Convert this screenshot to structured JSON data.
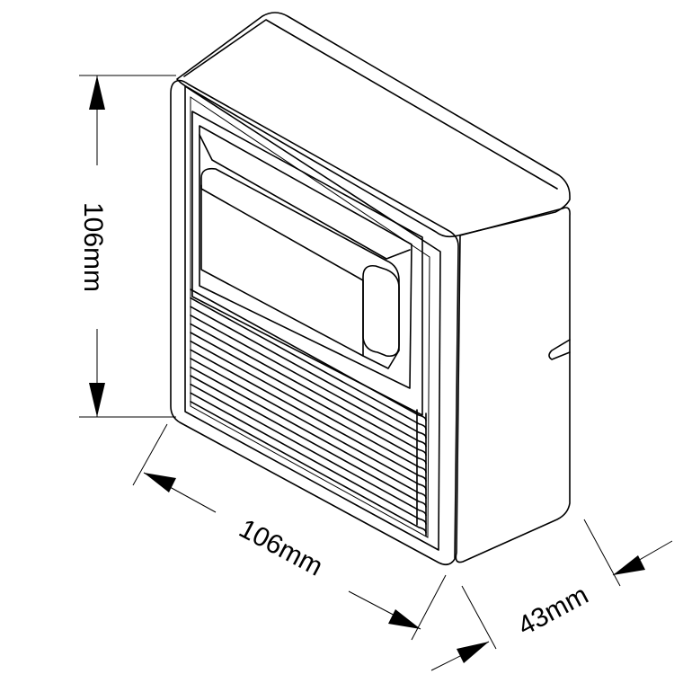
{
  "dimensions": {
    "height_label": "106mm",
    "width_label": "106mm",
    "depth_label": "43mm"
  },
  "colors": {
    "line": "#000000",
    "background": "#ffffff"
  }
}
